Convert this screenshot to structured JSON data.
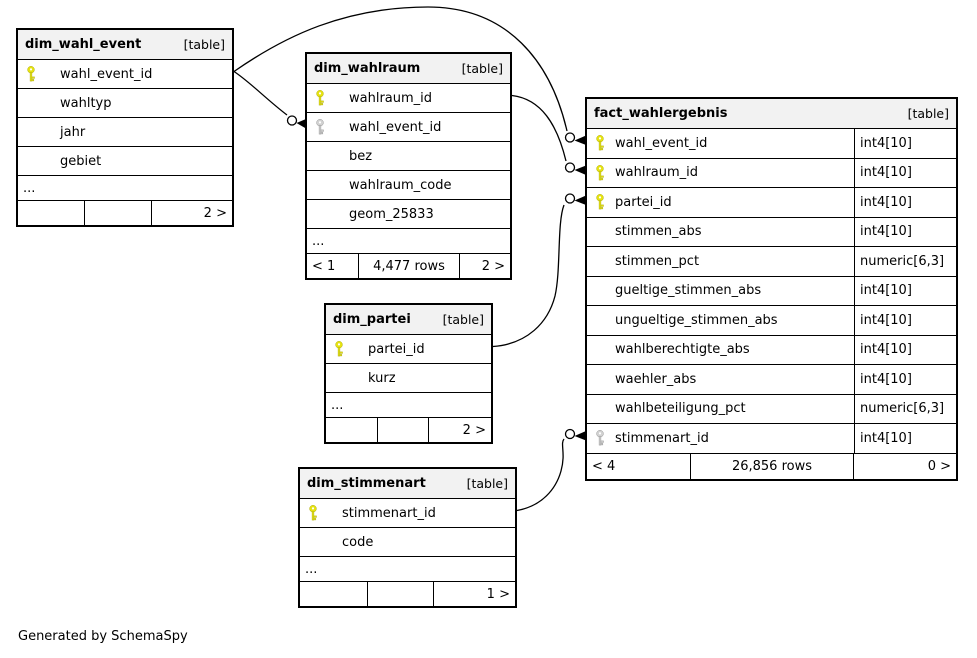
{
  "generated_by": "Generated by SchemaSpy",
  "colors": {
    "primary_key_icon": "#e6e310",
    "foreign_key_icon": "#d2d2d2",
    "table_header_bg": "#f2f2f2",
    "border": "#000000"
  },
  "tables": [
    {
      "name": "dim_wahl_event",
      "badge": "[table]",
      "ellipsis": "...",
      "columns": [
        {
          "name": "wahl_event_id",
          "key": "pk"
        },
        {
          "name": "wahltyp",
          "key": ""
        },
        {
          "name": "jahr",
          "key": ""
        },
        {
          "name": "gebiet",
          "key": ""
        }
      ],
      "footer": {
        "left": "",
        "center": "",
        "right": "2 >"
      }
    },
    {
      "name": "dim_wahlraum",
      "badge": "[table]",
      "ellipsis": "...",
      "columns": [
        {
          "name": "wahlraum_id",
          "key": "pk"
        },
        {
          "name": "wahl_event_id",
          "key": "fk"
        },
        {
          "name": "bez",
          "key": ""
        },
        {
          "name": "wahlraum_code",
          "key": ""
        },
        {
          "name": "geom_25833",
          "key": ""
        }
      ],
      "footer": {
        "left": "< 1",
        "center": "4,477 rows",
        "right": "2 >"
      }
    },
    {
      "name": "fact_wahlergebnis",
      "badge": "[table]",
      "columns": [
        {
          "name": "wahl_event_id",
          "key": "pk",
          "type": "int4[10]"
        },
        {
          "name": "wahlraum_id",
          "key": "pk",
          "type": "int4[10]"
        },
        {
          "name": "partei_id",
          "key": "pk",
          "type": "int4[10]"
        },
        {
          "name": "stimmen_abs",
          "key": "",
          "type": "int4[10]"
        },
        {
          "name": "stimmen_pct",
          "key": "",
          "type": "numeric[6,3]"
        },
        {
          "name": "gueltige_stimmen_abs",
          "key": "",
          "type": "int4[10]"
        },
        {
          "name": "ungueltige_stimmen_abs",
          "key": "",
          "type": "int4[10]"
        },
        {
          "name": "wahlberechtigte_abs",
          "key": "",
          "type": "int4[10]"
        },
        {
          "name": "waehler_abs",
          "key": "",
          "type": "int4[10]"
        },
        {
          "name": "wahlbeteiligung_pct",
          "key": "",
          "type": "numeric[6,3]"
        },
        {
          "name": "stimmenart_id",
          "key": "fk",
          "type": "int4[10]"
        }
      ],
      "footer": {
        "left": "< 4",
        "center": "26,856 rows",
        "right": "0 >"
      }
    },
    {
      "name": "dim_partei",
      "badge": "[table]",
      "ellipsis": "...",
      "columns": [
        {
          "name": "partei_id",
          "key": "pk"
        },
        {
          "name": "kurz",
          "key": ""
        }
      ],
      "footer": {
        "left": "",
        "center": "",
        "right": "2 >"
      }
    },
    {
      "name": "dim_stimmenart",
      "badge": "[table]",
      "ellipsis": "...",
      "columns": [
        {
          "name": "stimmenart_id",
          "key": "pk"
        },
        {
          "name": "code",
          "key": ""
        }
      ],
      "footer": {
        "left": "",
        "center": "",
        "right": "1 >"
      }
    }
  ],
  "relationships": [
    {
      "from": "dim_wahl_event.wahl_event_id",
      "to": "fact_wahlergebnis.wahl_event_id"
    },
    {
      "from": "dim_wahl_event.wahl_event_id",
      "to": "dim_wahlraum.wahl_event_id"
    },
    {
      "from": "dim_wahlraum.wahlraum_id",
      "to": "fact_wahlergebnis.wahlraum_id"
    },
    {
      "from": "dim_partei.partei_id",
      "to": "fact_wahlergebnis.partei_id"
    },
    {
      "from": "dim_stimmenart.stimmenart_id",
      "to": "fact_wahlergebnis.stimmenart_id"
    }
  ]
}
